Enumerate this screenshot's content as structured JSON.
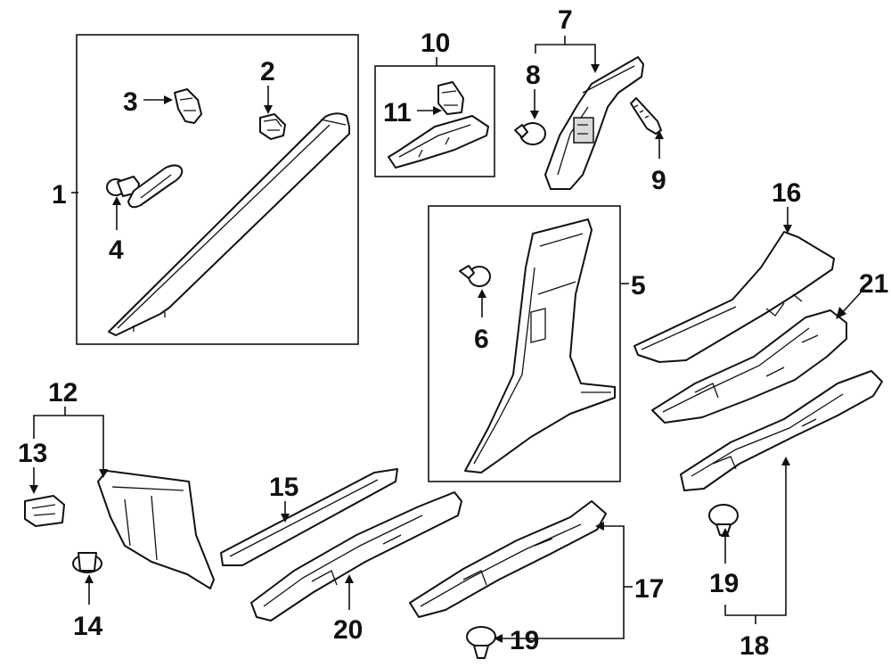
{
  "diagram": {
    "callouts": {
      "c1": "1",
      "c2": "2",
      "c3": "3",
      "c4": "4",
      "c5": "5",
      "c6": "6",
      "c7": "7",
      "c8": "8",
      "c9": "9",
      "c10": "10",
      "c11": "11",
      "c12": "12",
      "c13": "13",
      "c14": "14",
      "c15": "15",
      "c16": "16",
      "c17": "17",
      "c18": "18",
      "c19a": "19",
      "c19b": "19",
      "c20": "20",
      "c21": "21"
    },
    "colors": {
      "ink": "#111111",
      "paper": "#ffffff",
      "shade": "#d9d9d9"
    }
  }
}
